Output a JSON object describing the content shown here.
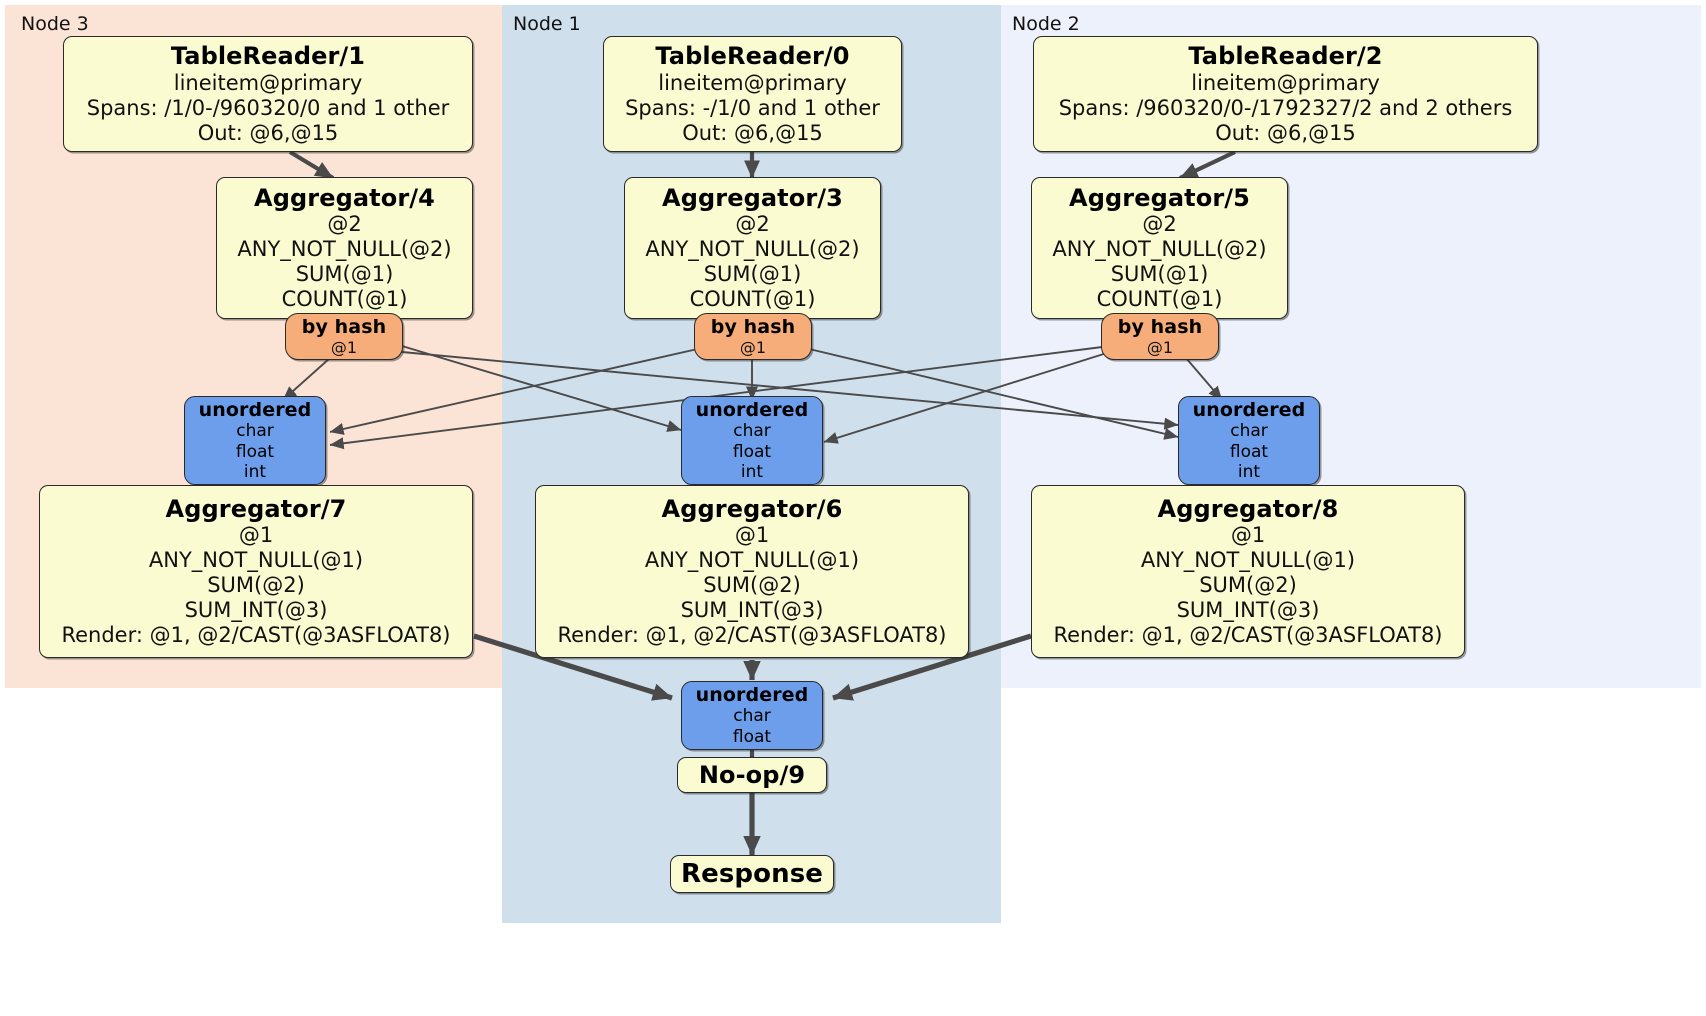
{
  "diagram": {
    "title": "Distributed query execution plan",
    "colors": {
      "node3_panel": "#fbe3d6",
      "node1_panel": "#cfdfeb",
      "node2_panel": "#edf1fb",
      "processor_box": "#fbfbd2",
      "router_box": "#f7ad7a",
      "receiver_box": "#6d9eeb",
      "edge": "#4a4a4a",
      "border": "#2a2a2a"
    }
  },
  "panels": [
    {
      "id": "node3",
      "label": "Node 3"
    },
    {
      "id": "node1",
      "label": "Node 1"
    },
    {
      "id": "node2",
      "label": "Node 2"
    }
  ],
  "nodes": {
    "tablereader_1": {
      "title": "TableReader/1",
      "lines": [
        "lineitem@primary",
        "Spans: /1/0-/960320/0 and 1 other",
        "Out: @6,@15"
      ]
    },
    "tablereader_0": {
      "title": "TableReader/0",
      "lines": [
        "lineitem@primary",
        "Spans: -/1/0 and 1 other",
        "Out: @6,@15"
      ]
    },
    "tablereader_2": {
      "title": "TableReader/2",
      "lines": [
        "lineitem@primary",
        "Spans: /960320/0-/1792327/2 and 2 others",
        "Out: @6,@15"
      ]
    },
    "aggregator_4": {
      "title": "Aggregator/4",
      "lines": [
        "@2",
        "ANY_NOT_NULL(@2)",
        "SUM(@1)",
        "COUNT(@1)"
      ]
    },
    "aggregator_3": {
      "title": "Aggregator/3",
      "lines": [
        "@2",
        "ANY_NOT_NULL(@2)",
        "SUM(@1)",
        "COUNT(@1)"
      ]
    },
    "aggregator_5": {
      "title": "Aggregator/5",
      "lines": [
        "@2",
        "ANY_NOT_NULL(@2)",
        "SUM(@1)",
        "COUNT(@1)"
      ]
    },
    "router_left": {
      "title": "by hash",
      "lines": [
        "@1"
      ]
    },
    "router_center": {
      "title": "by hash",
      "lines": [
        "@1"
      ]
    },
    "router_right": {
      "title": "by hash",
      "lines": [
        "@1"
      ]
    },
    "receiver_left": {
      "title": "unordered",
      "lines": [
        "char",
        "float",
        "int"
      ]
    },
    "receiver_center": {
      "title": "unordered",
      "lines": [
        "char",
        "float",
        "int"
      ]
    },
    "receiver_right": {
      "title": "unordered",
      "lines": [
        "char",
        "float",
        "int"
      ]
    },
    "aggregator_7": {
      "title": "Aggregator/7",
      "lines": [
        "@1",
        "ANY_NOT_NULL(@1)",
        "SUM(@2)",
        "SUM_INT(@3)",
        "Render: @1, @2/CAST(@3ASFLOAT8)"
      ]
    },
    "aggregator_6": {
      "title": "Aggregator/6",
      "lines": [
        "@1",
        "ANY_NOT_NULL(@1)",
        "SUM(@2)",
        "SUM_INT(@3)",
        "Render: @1, @2/CAST(@3ASFLOAT8)"
      ]
    },
    "aggregator_8": {
      "title": "Aggregator/8",
      "lines": [
        "@1",
        "ANY_NOT_NULL(@1)",
        "SUM(@2)",
        "SUM_INT(@3)",
        "Render: @1, @2/CAST(@3ASFLOAT8)"
      ]
    },
    "receiver_final": {
      "title": "unordered",
      "lines": [
        "char",
        "float"
      ]
    },
    "noop_9": {
      "title": "No-op/9",
      "lines": []
    },
    "response": {
      "title": "Response",
      "lines": []
    }
  }
}
